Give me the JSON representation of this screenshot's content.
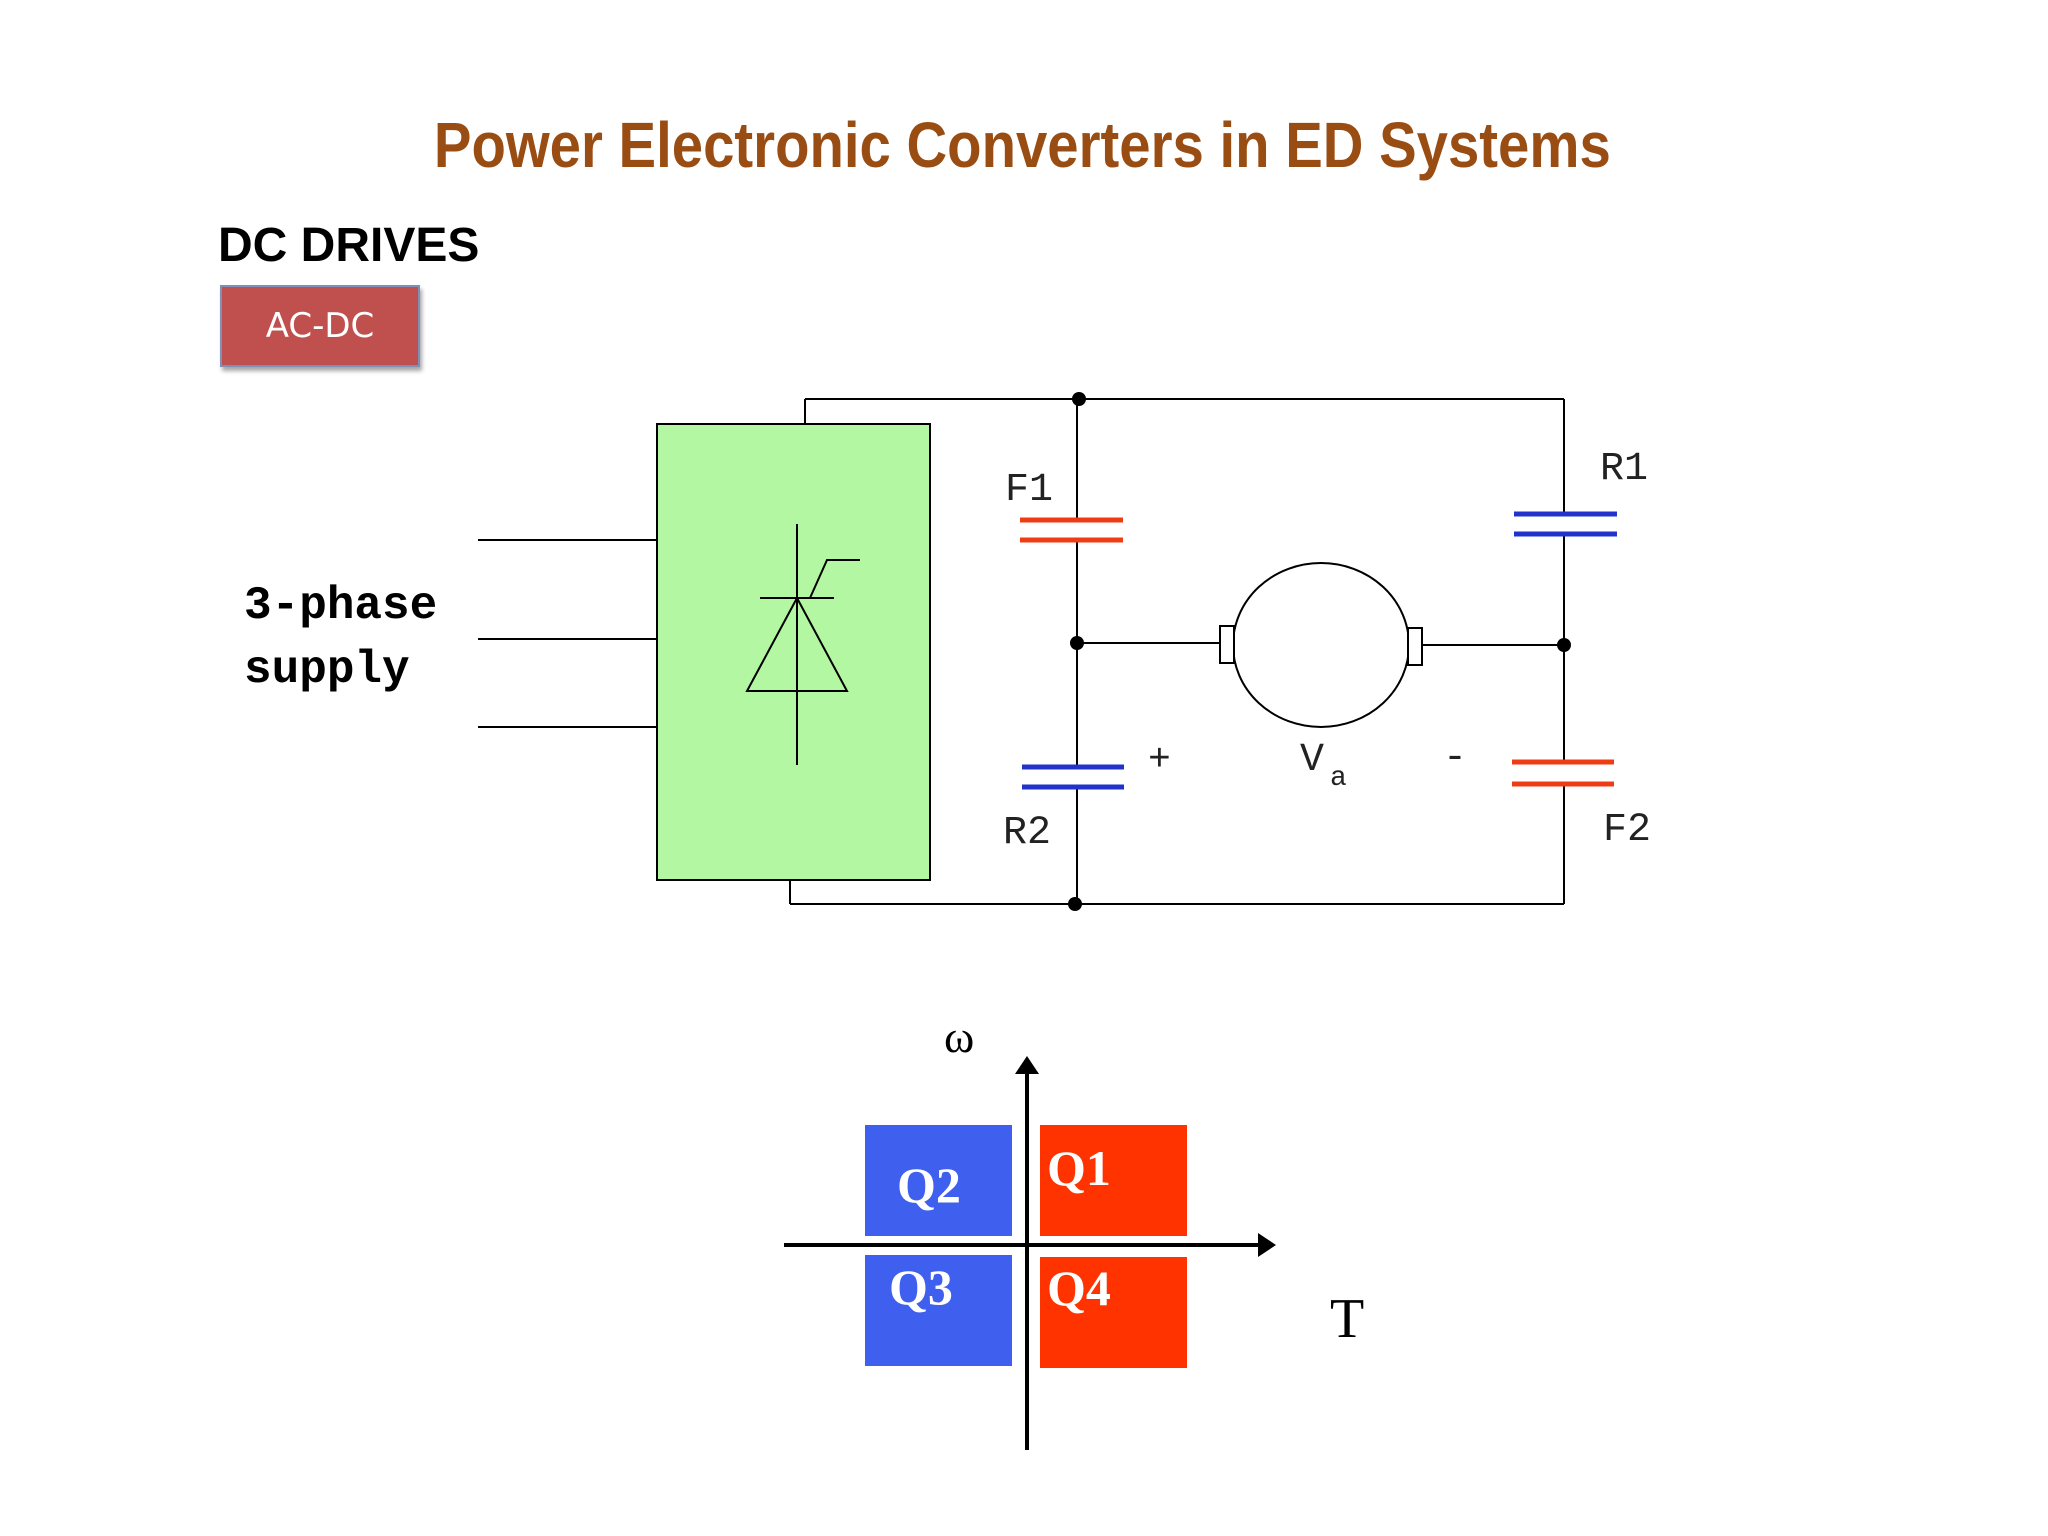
{
  "slide": {
    "title": "Power Electronic Converters in ED Systems",
    "section_heading": "DC DRIVES",
    "badge_label": "AC-DC"
  },
  "circuit": {
    "supply_label_line1": "3-phase",
    "supply_label_line2": "supply",
    "switches": {
      "F1": "F1",
      "R1": "R1",
      "R2": "R2",
      "F2": "F2"
    },
    "armature_voltage_main": "V",
    "armature_voltage_sub": "a",
    "plus_sign": "+",
    "minus_sign": "-"
  },
  "quadrant_plot": {
    "y_axis_label": "ω",
    "x_axis_label": "T",
    "quadrants": {
      "q1": "Q1",
      "q2": "Q2",
      "q3": "Q3",
      "q4": "Q4"
    }
  },
  "colors": {
    "title": "#9a4d12",
    "badge": "#c0504d",
    "converter_fill": "#b3f7a3",
    "forward_switch": "#f03c14",
    "reverse_switch": "#2233cc",
    "quadrant_blue": "#3f5fee",
    "quadrant_red": "#ff3300"
  }
}
